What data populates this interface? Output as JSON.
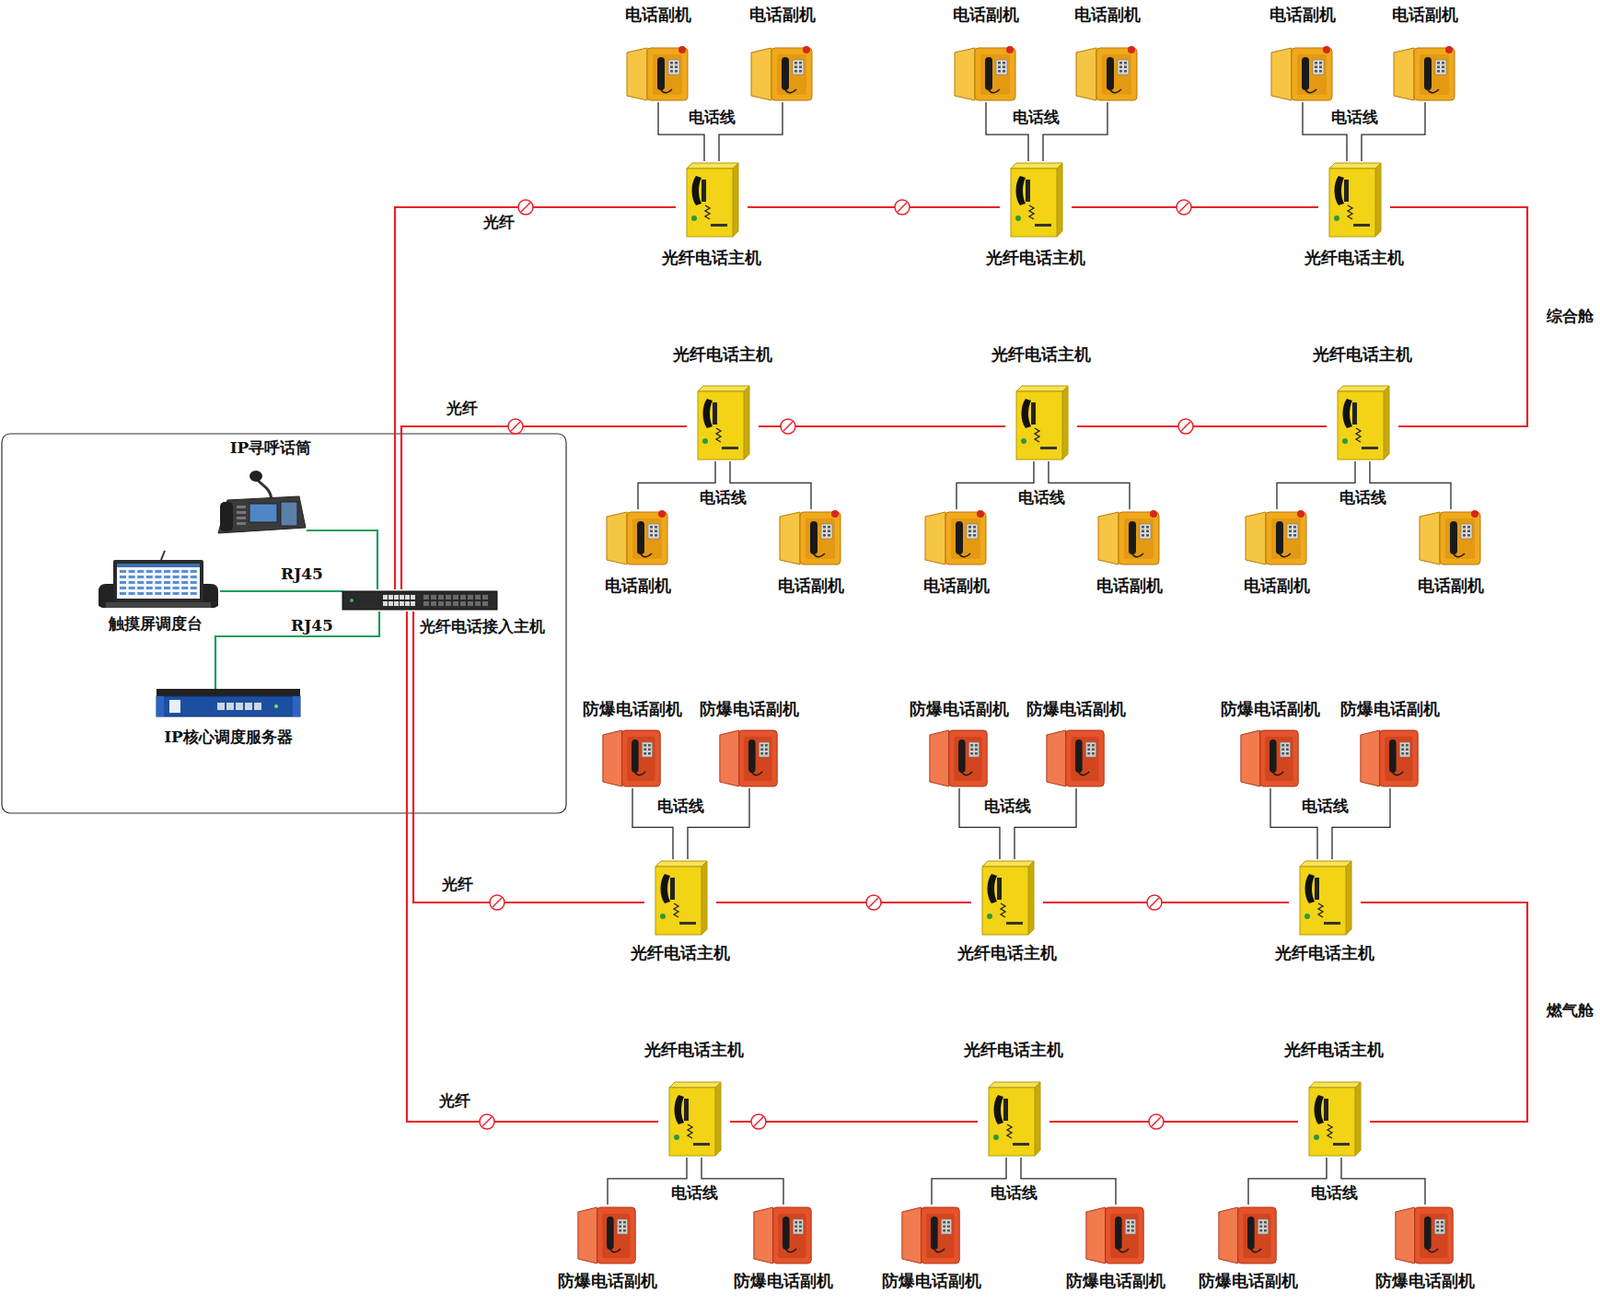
{
  "diagram": {
    "nodes": [
      {
        "text": [
          "电话副机"
        ]
      },
      {
        "text": [
          "电话副机"
        ]
      },
      {
        "text": [
          "电话副机"
        ]
      },
      {
        "text": [
          "电话副机"
        ]
      },
      {
        "text": [
          "电话副机"
        ]
      },
      {
        "text": [
          "电话副机"
        ]
      },
      {
        "text": [
          "光纤电话主机"
        ]
      },
      {
        "text": [
          "光纤电话主机"
        ]
      },
      {
        "text": [
          "光纤电话主机"
        ]
      },
      {
        "text": [
          "光纤电话主机"
        ]
      },
      {
        "text": [
          "光纤电话主机"
        ]
      },
      {
        "text": [
          "光纤电话主机"
        ]
      },
      {
        "text": [
          "电话副机"
        ]
      },
      {
        "text": [
          "电话副机"
        ]
      },
      {
        "text": [
          "电话副机"
        ]
      },
      {
        "text": [
          "电话副机"
        ]
      },
      {
        "text": [
          "电话副机"
        ]
      },
      {
        "text": [
          "电话副机"
        ]
      },
      {
        "text": [
          "IP寻呼话筒"
        ]
      },
      {
        "text": [
          "触摸屏调度台"
        ]
      },
      {
        "text": [
          "光纤电话接入主机"
        ]
      },
      {
        "text": [
          "IP核心调度服务器"
        ]
      },
      {
        "text": [
          "防爆电话副机"
        ]
      },
      {
        "text": [
          "防爆电话副机"
        ]
      },
      {
        "text": [
          "防爆电话副机"
        ]
      },
      {
        "text": [
          "防爆电话副机"
        ]
      },
      {
        "text": [
          "防爆电话副机"
        ]
      },
      {
        "text": [
          "防爆电话副机"
        ]
      },
      {
        "text": [
          "光纤电话主机"
        ]
      },
      {
        "text": [
          "光纤电话主机"
        ]
      },
      {
        "text": [
          "光纤电话主机"
        ]
      },
      {
        "text": [
          "光纤电话主机"
        ]
      },
      {
        "text": [
          "光纤电话主机"
        ]
      },
      {
        "text": [
          "光纤电话主机"
        ]
      },
      {
        "text": [
          "防爆电话副机"
        ]
      },
      {
        "text": [
          "防爆电话副机"
        ]
      },
      {
        "text": [
          "防爆电话副机"
        ]
      },
      {
        "text": [
          "防爆电话副机"
        ]
      },
      {
        "text": [
          "防爆电话副机"
        ]
      },
      {
        "text": [
          "防爆电话副机"
        ]
      }
    ],
    "edges": [
      {
        "from": 20,
        "to": 6,
        "arrow": "none",
        "label": "光纤"
      },
      {
        "from": 6,
        "to": 7,
        "arrow": "none"
      },
      {
        "from": 7,
        "to": 8,
        "arrow": "none"
      },
      {
        "from": 8,
        "to": 11,
        "arrow": "none",
        "label": "综合舱"
      },
      {
        "from": 20,
        "to": 9,
        "arrow": "none",
        "label": "光纤"
      },
      {
        "from": 9,
        "to": 10,
        "arrow": "none"
      },
      {
        "from": 10,
        "to": 11,
        "arrow": "none"
      },
      {
        "from": 20,
        "to": 28,
        "arrow": "none",
        "label": "光纤"
      },
      {
        "from": 28,
        "to": 29,
        "arrow": "none"
      },
      {
        "from": 29,
        "to": 30,
        "arrow": "none"
      },
      {
        "from": 30,
        "to": 33,
        "arrow": "none",
        "label": "燃气舱"
      },
      {
        "from": 20,
        "to": 31,
        "arrow": "none",
        "label": "光纤"
      },
      {
        "from": 31,
        "to": 32,
        "arrow": "none"
      },
      {
        "from": 32,
        "to": 33,
        "arrow": "none"
      },
      {
        "from": 18,
        "to": 20,
        "arrow": "none"
      },
      {
        "from": 19,
        "to": 20,
        "arrow": "none",
        "label": "RJ45"
      },
      {
        "from": 21,
        "to": 20,
        "arrow": "none",
        "label": "RJ45"
      },
      {
        "from": 6,
        "to": 0,
        "arrow": "none",
        "label": "电话线"
      },
      {
        "from": 6,
        "to": 1,
        "arrow": "none"
      },
      {
        "from": 7,
        "to": 2,
        "arrow": "none",
        "label": "电话线"
      },
      {
        "from": 7,
        "to": 3,
        "arrow": "none"
      },
      {
        "from": 8,
        "to": 4,
        "arrow": "none",
        "label": "电话线"
      },
      {
        "from": 8,
        "to": 5,
        "arrow": "none"
      },
      {
        "from": 9,
        "to": 12,
        "arrow": "none",
        "label": "电话线"
      },
      {
        "from": 9,
        "to": 13,
        "arrow": "none"
      },
      {
        "from": 10,
        "to": 14,
        "arrow": "none",
        "label": "电话线"
      },
      {
        "from": 10,
        "to": 15,
        "arrow": "none"
      },
      {
        "from": 11,
        "to": 16,
        "arrow": "none",
        "label": "电话线"
      },
      {
        "from": 11,
        "to": 17,
        "arrow": "none"
      },
      {
        "from": 28,
        "to": 22,
        "arrow": "none",
        "label": "电话线"
      },
      {
        "from": 28,
        "to": 23,
        "arrow": "none"
      },
      {
        "from": 29,
        "to": 24,
        "arrow": "none",
        "label": "电话线"
      },
      {
        "from": 29,
        "to": 25,
        "arrow": "none"
      },
      {
        "from": 30,
        "to": 26,
        "arrow": "none",
        "label": "电话线"
      },
      {
        "from": 30,
        "to": 27,
        "arrow": "none"
      },
      {
        "from": 31,
        "to": 34,
        "arrow": "none",
        "label": "电话线"
      },
      {
        "from": 31,
        "to": 35,
        "arrow": "none"
      },
      {
        "from": 32,
        "to": 36,
        "arrow": "none",
        "label": "电话线"
      },
      {
        "from": 32,
        "to": 37,
        "arrow": "none"
      },
      {
        "from": 33,
        "to": 38,
        "arrow": "none",
        "label": "电话线"
      },
      {
        "from": 33,
        "to": 39,
        "arrow": "none"
      }
    ]
  }
}
